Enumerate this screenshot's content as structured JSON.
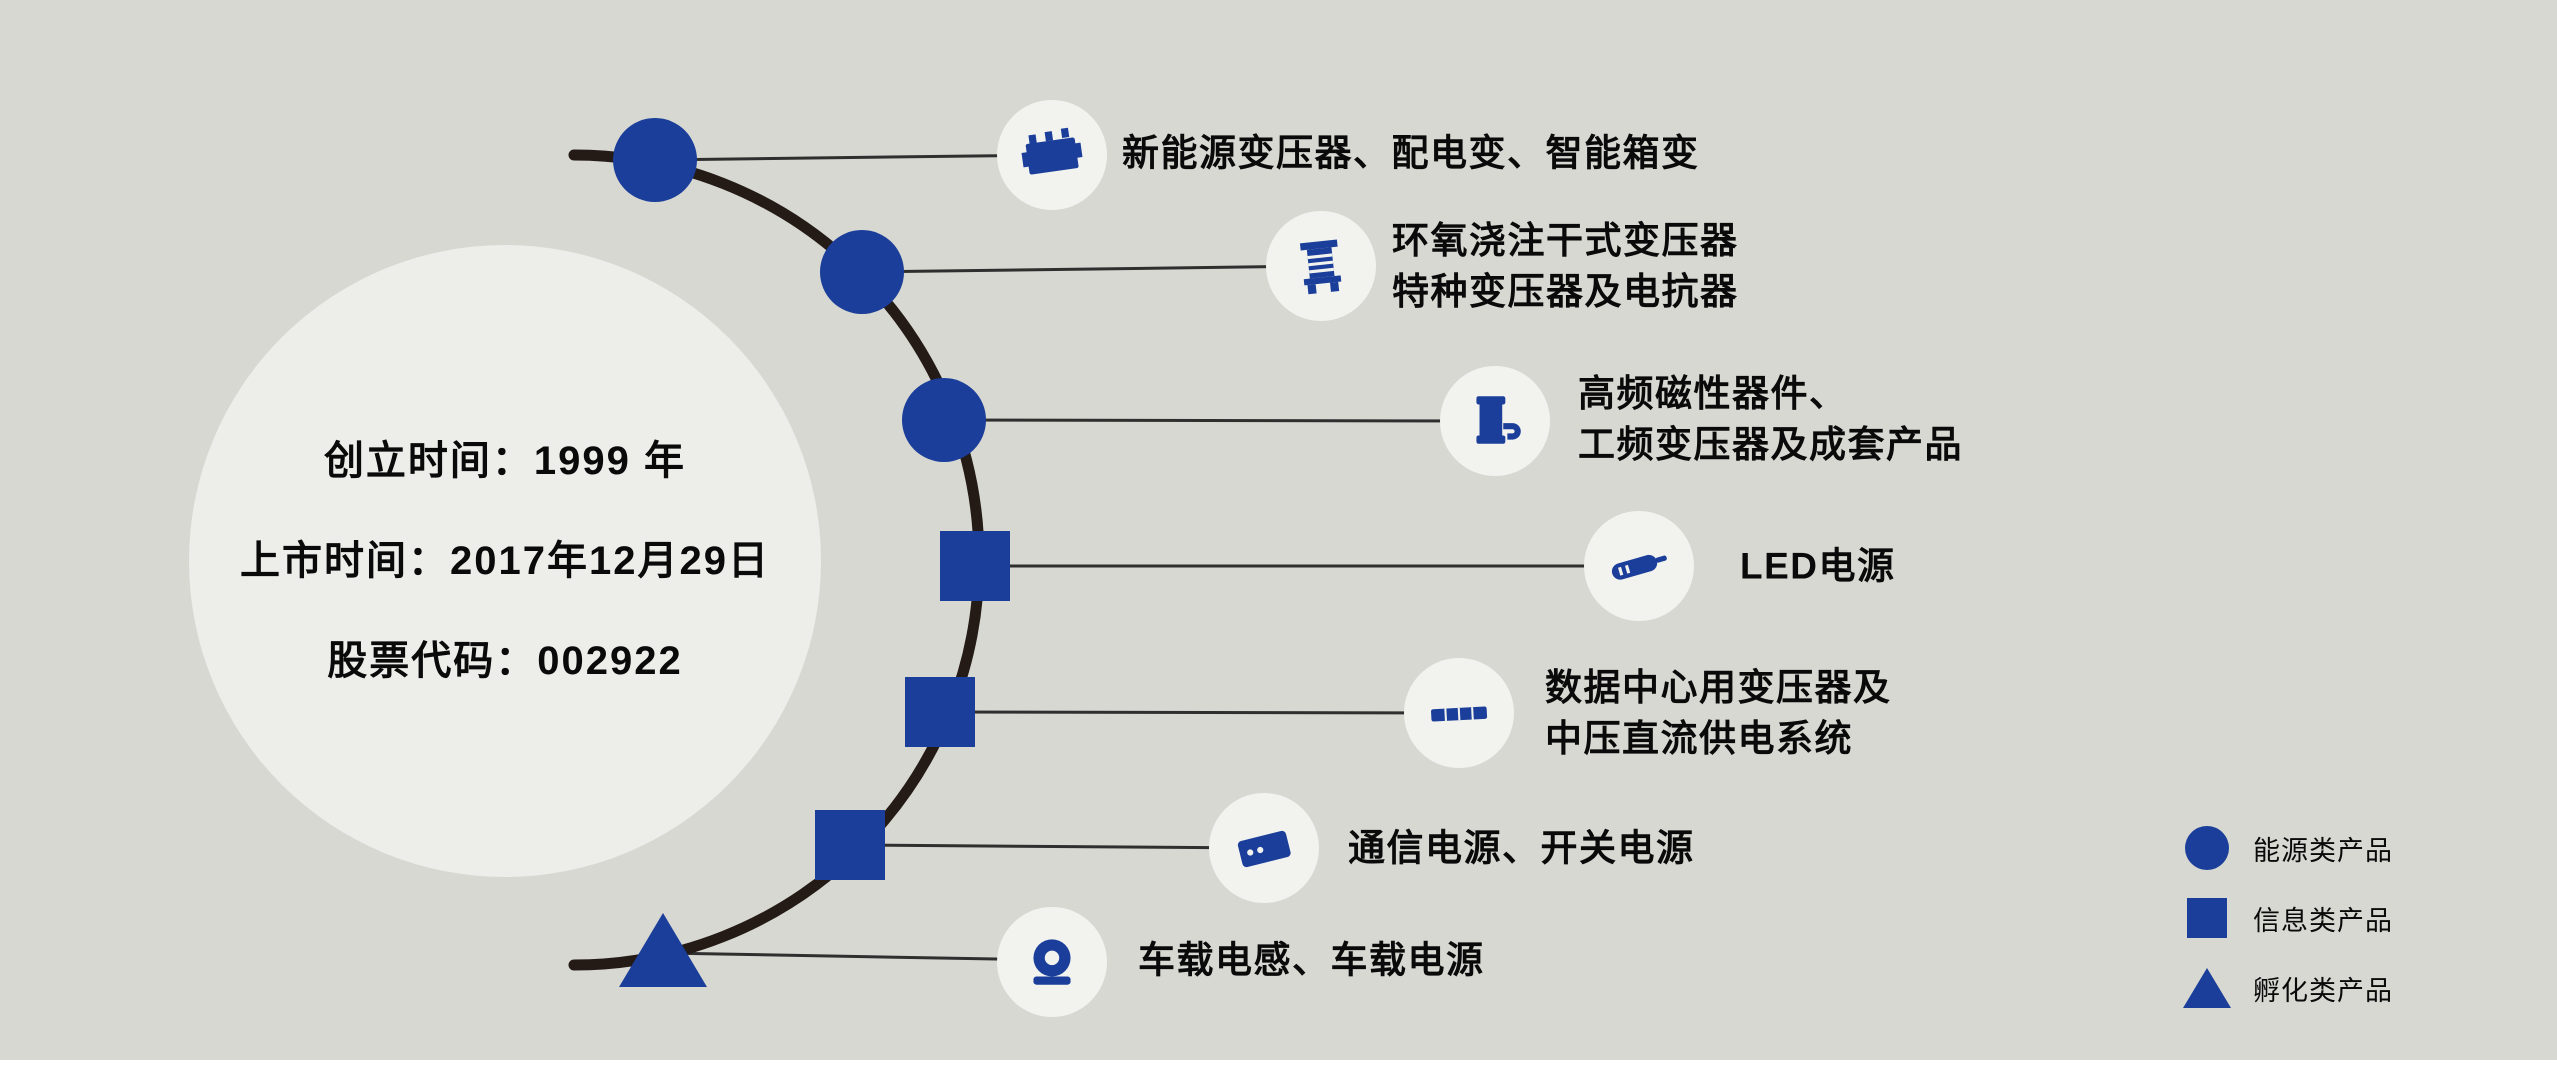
{
  "colors": {
    "background": "#d7d8d2",
    "accent_blue": "#1a3e99",
    "arc": "#241a16",
    "info_circle_bg": "#ededea",
    "icon_bubble_bg": "#f2f2ef",
    "bottom_strip": "#ffffff"
  },
  "info_circle": {
    "lines": [
      "创立时间：1999 年",
      "上市时间：2017年12月29日",
      "股票代码：002922"
    ]
  },
  "timeline": {
    "items": [
      {
        "marker": "circle",
        "icon": "transformer-box-icon",
        "lines": [
          "新能源变压器、配电变、智能箱变"
        ]
      },
      {
        "marker": "circle",
        "icon": "dry-type-transformer-icon",
        "lines": [
          "环氧浇注干式变压器",
          "特种变压器及电抗器"
        ]
      },
      {
        "marker": "circle",
        "icon": "magnetic-device-icon",
        "lines": [
          "高频磁性器件、",
          "工频变压器及成套产品"
        ]
      },
      {
        "marker": "square",
        "icon": "led-driver-icon",
        "lines": [
          "LED电源"
        ]
      },
      {
        "marker": "square",
        "icon": "data-center-bar-icon",
        "lines": [
          "数据中心用变压器及",
          "中压直流供电系统"
        ]
      },
      {
        "marker": "square",
        "icon": "comm-power-icon",
        "lines": [
          "通信电源、开关电源"
        ]
      },
      {
        "marker": "triangle",
        "icon": "vehicle-inductor-icon",
        "lines": [
          "车载电感、车载电源"
        ]
      }
    ]
  },
  "legend": {
    "items": [
      {
        "shape": "circle",
        "label": "能源类产品"
      },
      {
        "shape": "square",
        "label": "信息类产品"
      },
      {
        "shape": "triangle",
        "label": "孵化类产品"
      }
    ]
  }
}
